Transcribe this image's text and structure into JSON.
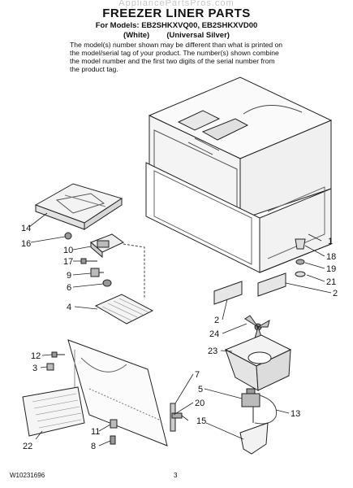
{
  "header": {
    "watermark": "AppliancePartsPros.com",
    "title": "FREEZER LINER PARTS",
    "models": "For Models: EB2SHKXVQ00, EB2SHKXVD00",
    "color_line": "(White)        (Universal Silver)",
    "note": "The model(s) number shown may be different than what is printed on the model/serial tag of your product. The number(s) shown combine the model number and the first two digits of the serial number from the product tag."
  },
  "callouts": [
    "14",
    "16",
    "10",
    "17",
    "9",
    "6",
    "4",
    "1",
    "18",
    "19",
    "21",
    "2",
    "2",
    "24",
    "23",
    "5",
    "13",
    "20",
    "15",
    "7",
    "12",
    "3",
    "11",
    "8",
    "22"
  ],
  "footer": {
    "doc_number": "W10231696",
    "page_number": "3"
  }
}
